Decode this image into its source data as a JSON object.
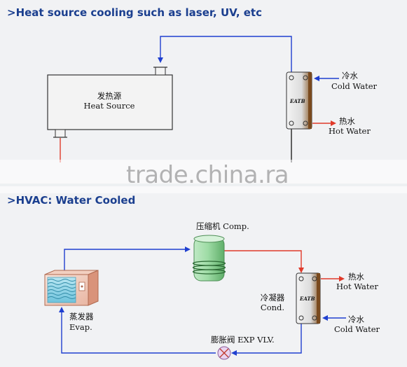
{
  "sections": {
    "top_heading": ">Heat source cooling such as laser, UV, etc",
    "bottom_heading": ">HVAC: Water Cooled"
  },
  "top_diagram": {
    "heat_source_cn": "发热源",
    "heat_source_en": "Heat Source",
    "hx_brand": "EATB",
    "cold_water_cn": "冷水",
    "cold_water_en": "Cold Water",
    "hot_water_cn": "热水",
    "hot_water_en": "Hot Water"
  },
  "bottom_diagram": {
    "compressor_label": "压缩机 Comp.",
    "evaporator_cn": "蒸发器",
    "evaporator_en": "Evap.",
    "condenser_cn": "冷凝器",
    "condenser_en": "Cond.",
    "hx_brand": "EATB",
    "hot_water_cn": "热水",
    "hot_water_en": "Hot Water",
    "cold_water_cn": "冷水",
    "cold_water_en": "Cold Water",
    "exp_valve_label": "膨胀阀 EXP VLV."
  },
  "watermark": "trade.china.ra",
  "colors": {
    "heading": "#1b3f8f",
    "cold_line": "#1f3fd0",
    "hot_line": "#e03a2a",
    "panel_bg": "#f1f2f4"
  }
}
